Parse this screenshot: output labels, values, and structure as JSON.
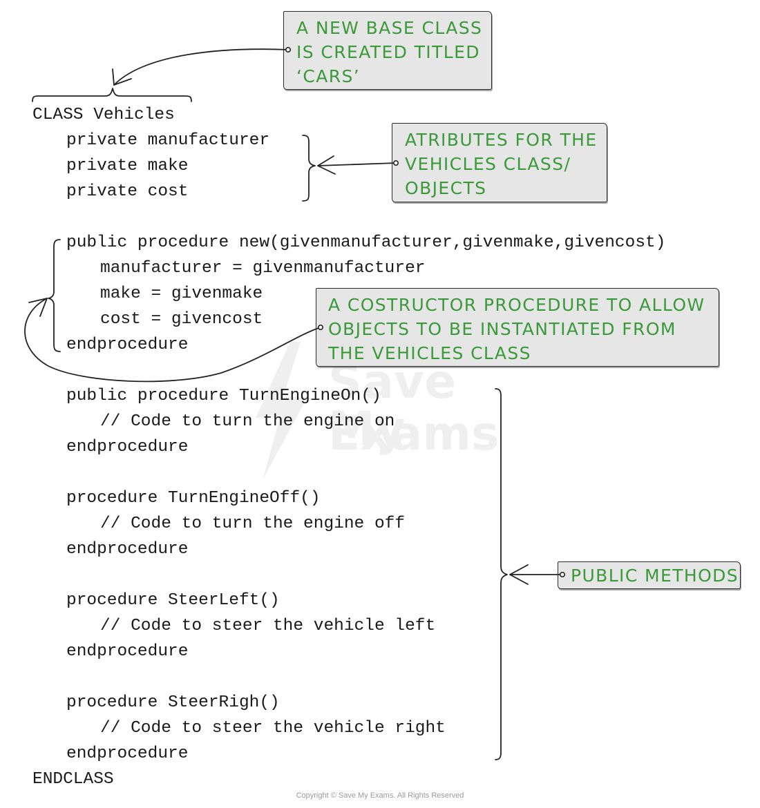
{
  "code": {
    "class_header": "CLASS Vehicles",
    "attr_manufacturer": "private manufacturer",
    "attr_make": "private make",
    "attr_cost": "private cost",
    "ctor_signature": "public procedure new(givenmanufacturer,givenmake,givencost)",
    "ctor_line1": "manufacturer = givenmanufacturer",
    "ctor_line2": "make = givenmake",
    "ctor_line3": "cost = givencost",
    "ctor_end": "endprocedure",
    "m1_signature": "public procedure TurnEngineOn()",
    "m1_body": "// Code to turn the engine on",
    "m1_end": "endprocedure",
    "m2_signature": "procedure TurnEngineOff()",
    "m2_body": "// Code to turn the engine off",
    "m2_end": "endprocedure",
    "m3_signature": "procedure SteerLeft()",
    "m3_body": "// Code to steer the vehicle left",
    "m3_end": "endprocedure",
    "m4_signature": "procedure SteerRigh()",
    "m4_body": "// Code to steer the vehicle right",
    "m4_end": "endprocedure",
    "class_end": "ENDCLASS"
  },
  "notes": {
    "base_class": "A NEW BASE CLASS\nIS CREATED TITLED\n‘CARS’",
    "attributes": "ATRIBUTES FOR THE\nVEHICLES CLASS/\nOBJECTS",
    "constructor": "A COSTRUCTOR PROCEDURE TO ALLOW\nOBJECTS TO BE INSTANTIATED FROM\nTHE VEHICLES CLASS",
    "public_methods": "PUBLIC METHODS"
  },
  "watermark": {
    "line1": "Save My",
    "line2": "Exams"
  },
  "copyright": "Copyright © Save My Exams. All Rights Reserved",
  "colors": {
    "note_text": "#3a9a3a",
    "note_fill": "#e6e6e6",
    "ink": "#1a1a1a"
  }
}
